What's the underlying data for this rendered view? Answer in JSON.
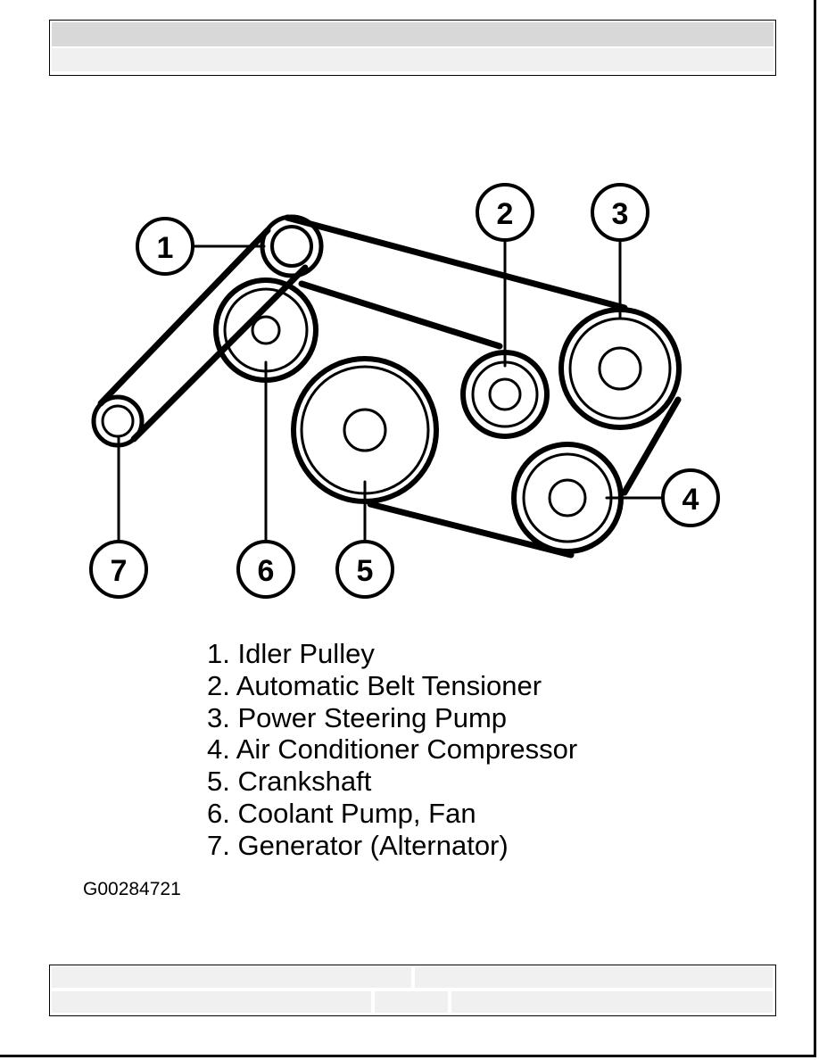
{
  "callouts": [
    {
      "num": "1",
      "part": "Idler Pulley"
    },
    {
      "num": "2",
      "part": "Automatic Belt Tensioner"
    },
    {
      "num": "3",
      "part": "Power Steering Pump"
    },
    {
      "num": "4",
      "part": "Air Conditioner Compressor"
    },
    {
      "num": "5",
      "part": "Crankshaft"
    },
    {
      "num": "6",
      "part": "Coolant Pump, Fan"
    },
    {
      "num": "7",
      "part": "Generator (Alternator)"
    }
  ],
  "legend": [
    "1. Idler Pulley",
    "2. Automatic Belt Tensioner",
    "3. Power Steering Pump",
    "4. Air Conditioner Compressor",
    "5. Crankshaft",
    "6. Coolant Pump, Fan",
    "7. Generator (Alternator)"
  ],
  "figure_id": "G00284721"
}
